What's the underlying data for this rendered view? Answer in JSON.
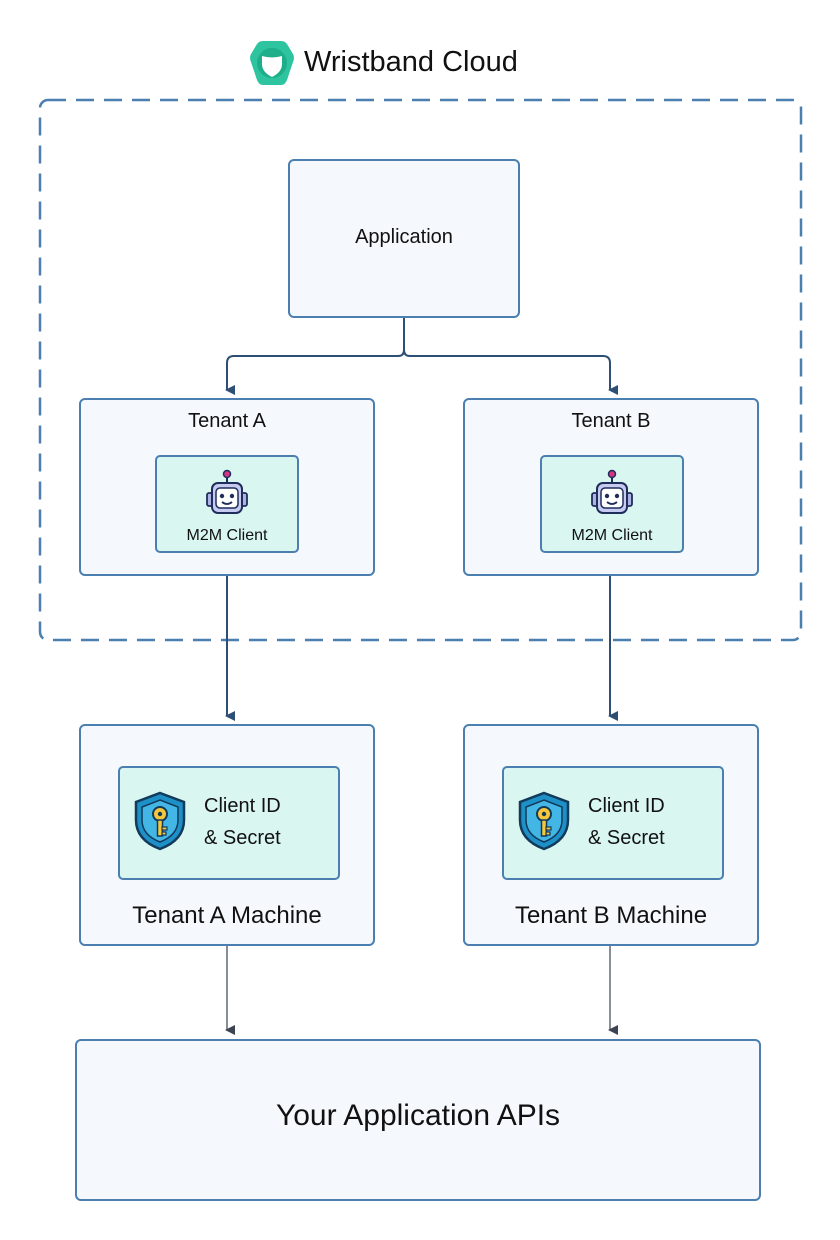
{
  "header": {
    "title": "Wristband Cloud",
    "logo_icon": "wristband-shield-logo"
  },
  "application": {
    "label": "Application"
  },
  "tenants": [
    {
      "label": "Tenant A",
      "client_label": "M2M Client",
      "client_icon": "robot-icon"
    },
    {
      "label": "Tenant B",
      "client_label": "M2M Client",
      "client_icon": "robot-icon"
    }
  ],
  "machines": [
    {
      "label": "Tenant A Machine",
      "credential_line1": "Client ID",
      "credential_line2": "& Secret",
      "credential_icon": "shield-key-icon"
    },
    {
      "label": "Tenant B Machine",
      "credential_line1": "Client ID",
      "credential_line2": "& Secret",
      "credential_icon": "shield-key-icon"
    }
  ],
  "apis": {
    "label": "Your Application APIs"
  },
  "colors": {
    "border": "#4a7fb0",
    "box_fill": "#f5f9fd",
    "inner_fill": "#d9f6f0",
    "logo_green": "#2ec4a0",
    "arrow_dark": "#2d4f73"
  }
}
